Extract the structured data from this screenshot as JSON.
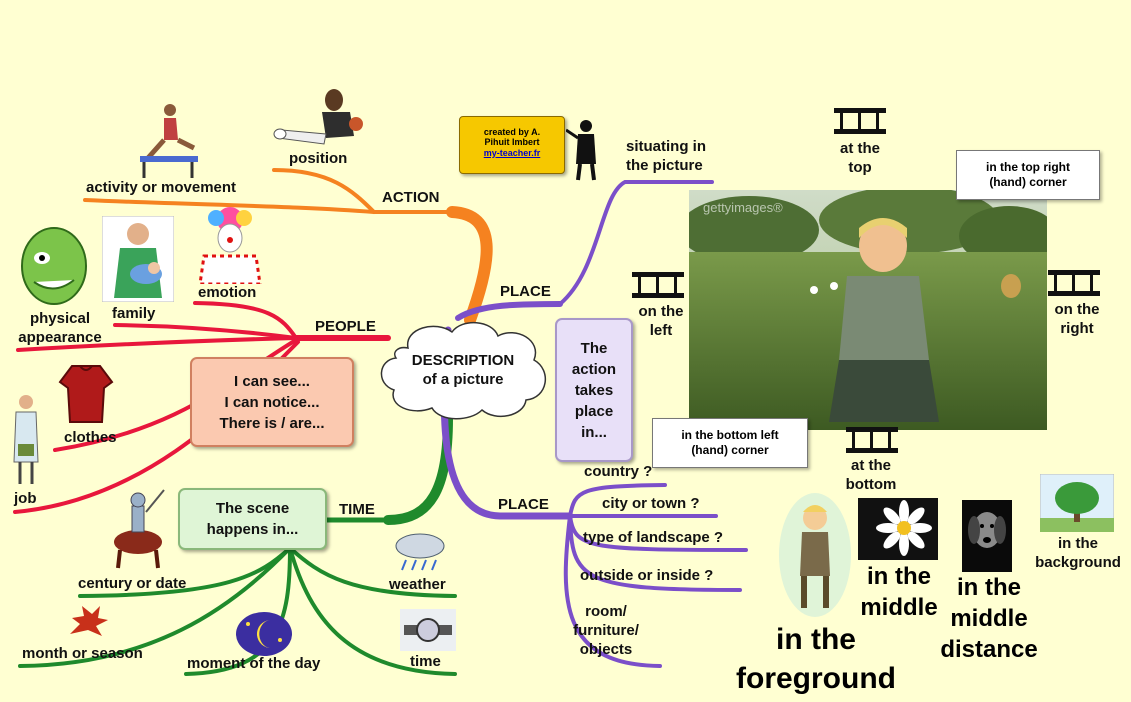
{
  "center": {
    "line1": "DESCRIPTION",
    "line2": "of a picture"
  },
  "action": {
    "label": "ACTION",
    "items": [
      "position",
      "activity or movement"
    ]
  },
  "people": {
    "label": "PEOPLE",
    "items": [
      "emotion",
      "family",
      "physical",
      "appearance",
      "clothes",
      "job"
    ],
    "box": [
      "I can see...",
      "I can notice...",
      "There is / are..."
    ]
  },
  "time": {
    "label": "TIME",
    "box": [
      "The scene",
      "happens in..."
    ],
    "items": [
      "century or date",
      "weather",
      "month or season",
      "moment of the day",
      "time"
    ]
  },
  "place_top": {
    "label": "PLACE",
    "title": [
      "situating in",
      "the picture"
    ],
    "positions": {
      "top": [
        "at the",
        "top"
      ],
      "left": [
        "on the",
        "left"
      ],
      "right": [
        "on the",
        "right"
      ],
      "bottom": [
        "at the",
        "bottom"
      ],
      "top_right": [
        "in the top right",
        "(hand) corner"
      ],
      "bottom_left": [
        "in the bottom left",
        "(hand) corner"
      ]
    },
    "watermark": "gettyimages®"
  },
  "place_bottom": {
    "label": "PLACE",
    "action_box": [
      "The",
      "action",
      "takes",
      "place",
      "in..."
    ],
    "items": [
      "country ?",
      "city or town ?",
      "type of landscape ?",
      "outside or inside ?"
    ],
    "room": [
      "room/",
      "furniture/",
      "objects"
    ]
  },
  "depth": {
    "foreground": [
      "in the",
      "foreground"
    ],
    "middle": [
      "in the",
      "middle"
    ],
    "middle_distance": [
      "in the",
      "middle",
      "distance"
    ],
    "background": [
      "in the",
      "background"
    ]
  },
  "credit": {
    "line1": "created  by A.",
    "line2": "Pihuit Imbert",
    "link": "my-teacher.fr"
  },
  "colors": {
    "action": "#f58220",
    "people": "#e8173c",
    "time": "#1f8a2c",
    "place": "#7b4fc9",
    "background": "#ffffd2"
  }
}
